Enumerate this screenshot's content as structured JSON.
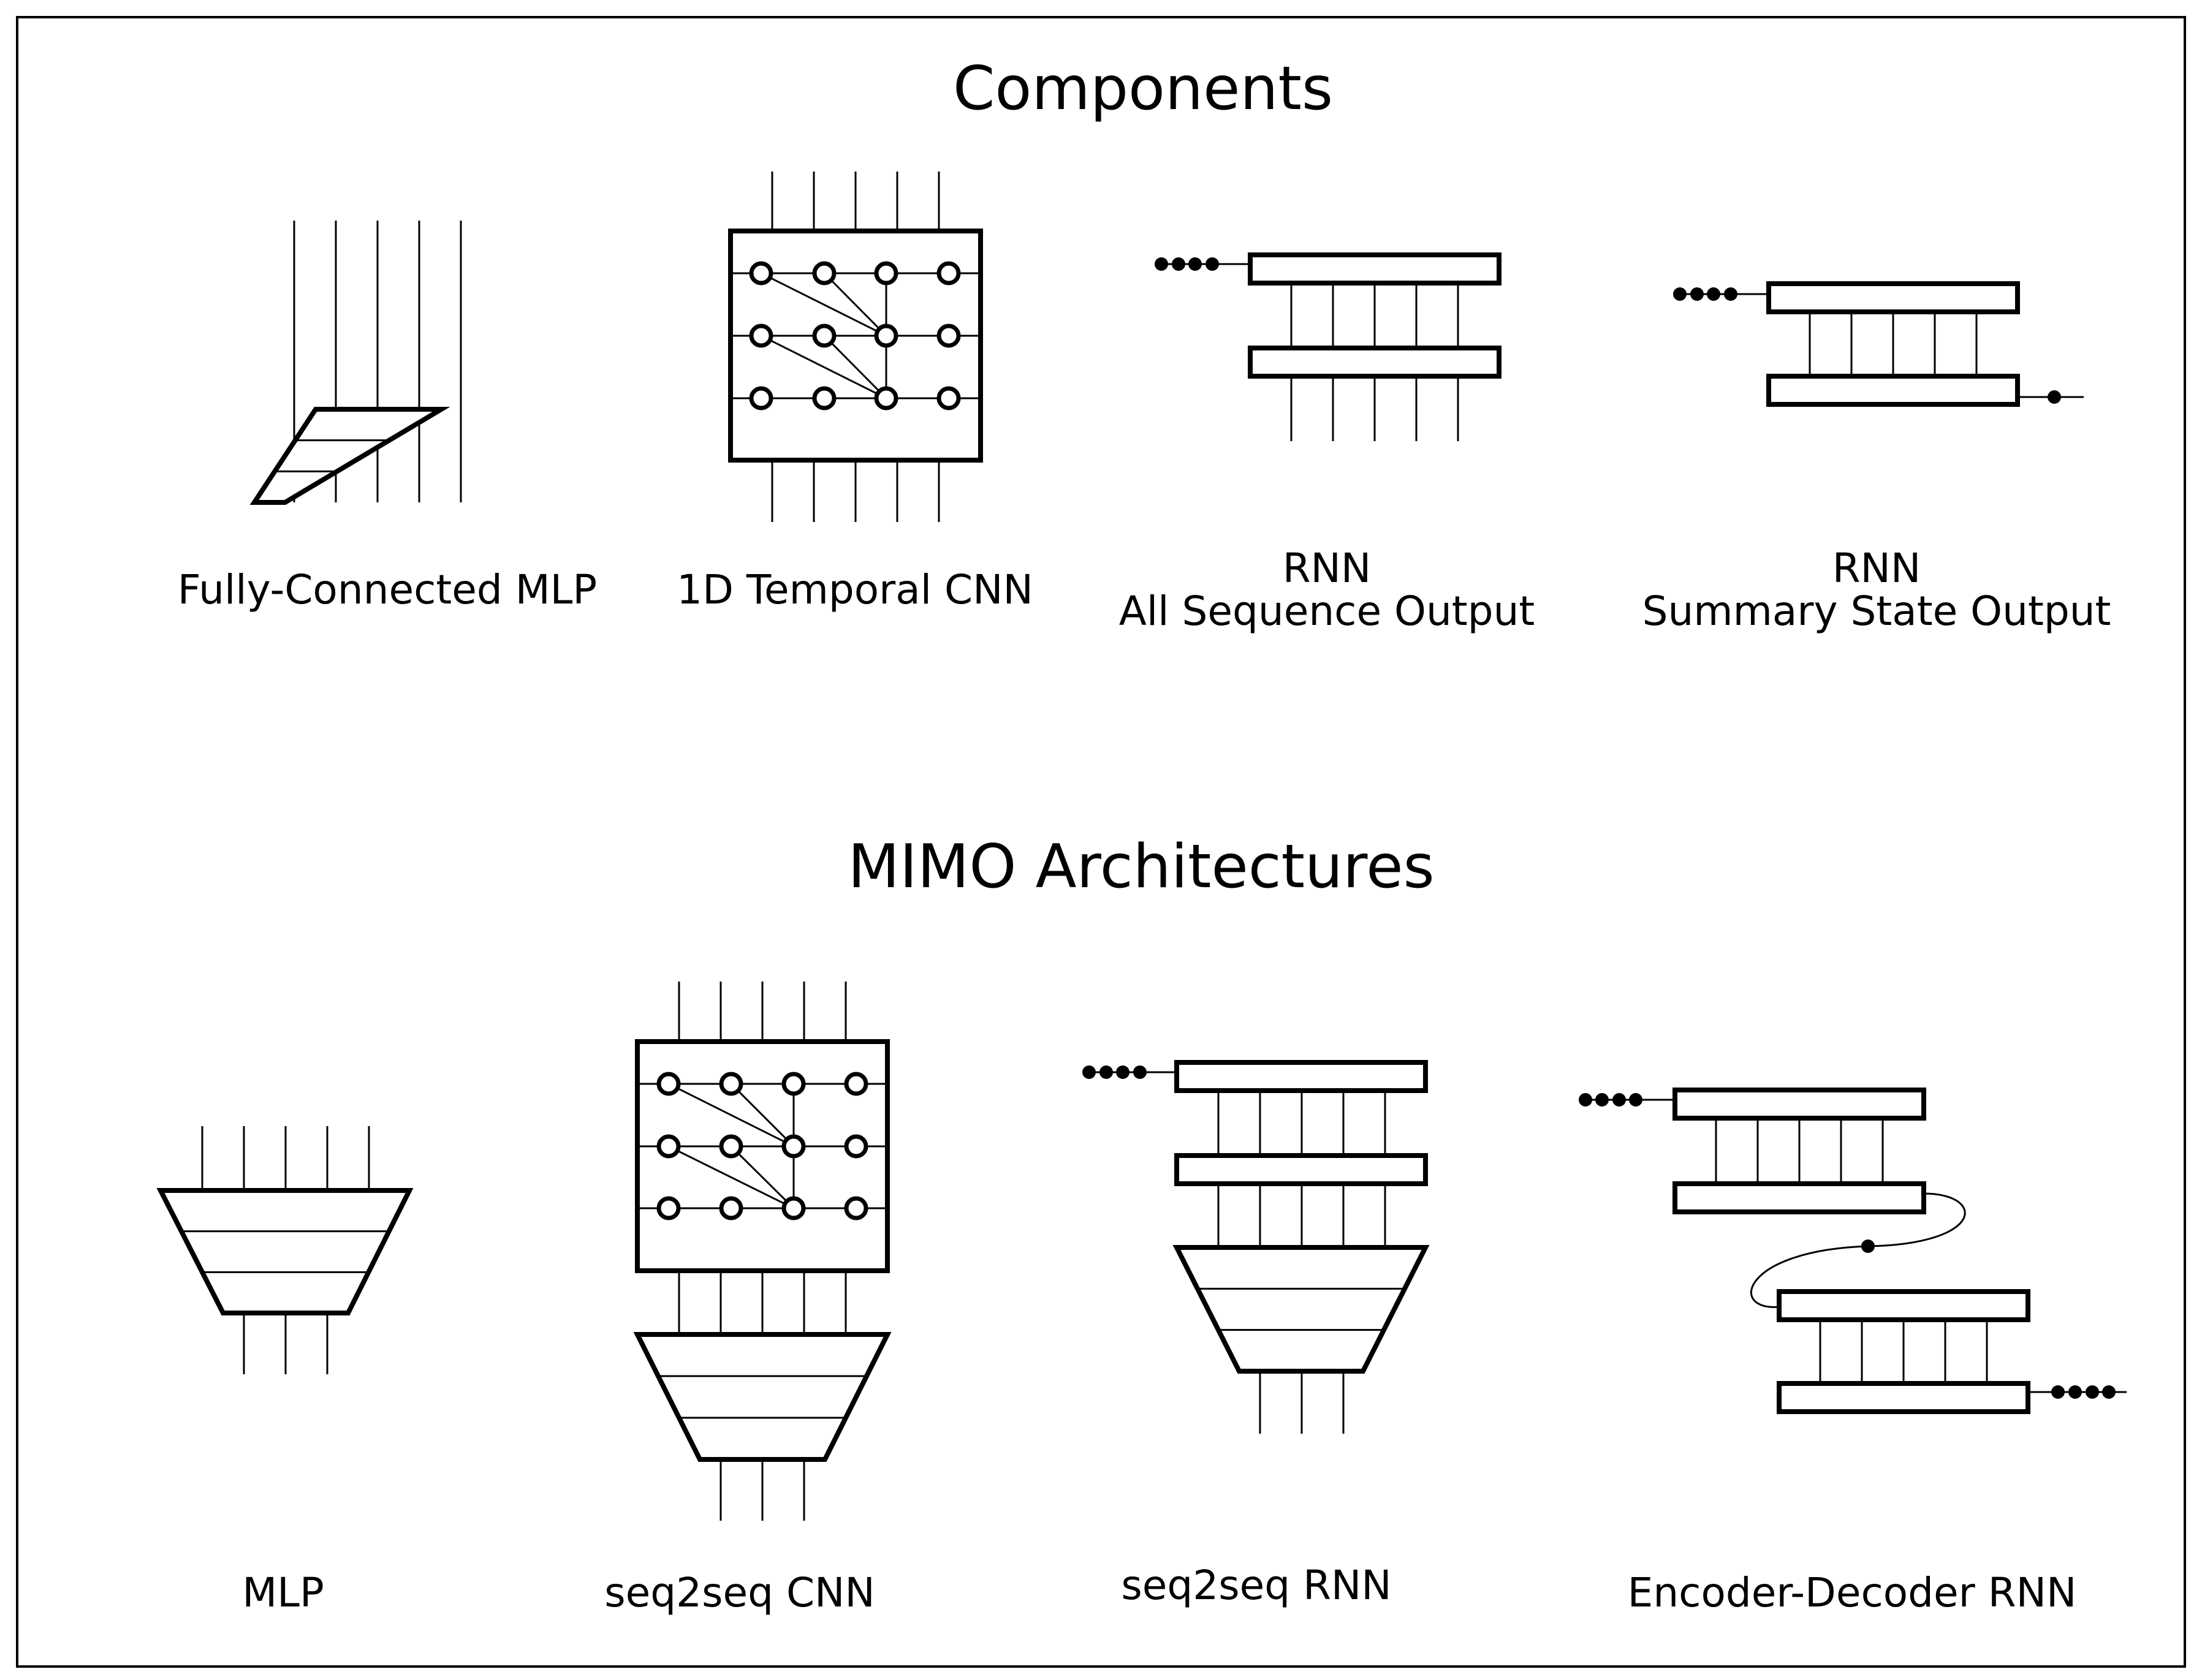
{
  "components": {
    "title": "Components",
    "items": [
      {
        "label": "Fully-Connected MLP"
      },
      {
        "label": "1D Temporal CNN"
      },
      {
        "label": "RNN",
        "sublabel": "All Sequence Output"
      },
      {
        "label": "RNN",
        "sublabel": "Summary State Output"
      }
    ]
  },
  "architectures": {
    "title": "MIMO Architectures",
    "items": [
      {
        "label": "MLP"
      },
      {
        "label": "seq2seq CNN"
      },
      {
        "label": "seq2seq RNN"
      },
      {
        "label": "Encoder-Decoder RNN"
      }
    ]
  }
}
